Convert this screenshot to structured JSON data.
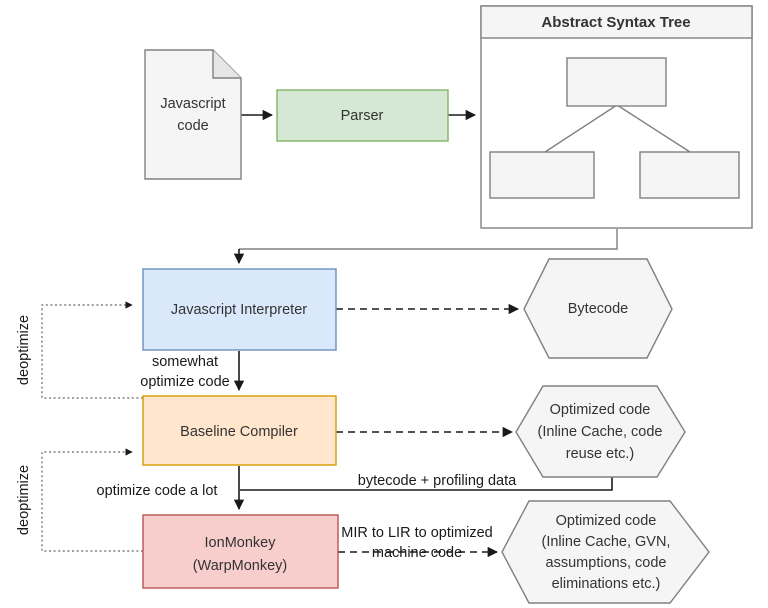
{
  "diagram": {
    "title": "JavaScript engine pipeline (SpiderMonkey)",
    "colors": {
      "green_fill": "#d5e8d4",
      "green_stroke": "#82b366",
      "blue_fill": "#dae8fc",
      "blue_stroke": "#6c8ebf",
      "orange_fill": "#ffe6cc",
      "orange_stroke": "#d79b00",
      "pink_fill": "#f8cecc",
      "pink_stroke": "#b85450",
      "gray_fill": "#f5f5f5",
      "gray_stroke": "#808080",
      "page_background": "#ffffff",
      "text": "#333333"
    },
    "nodes": {
      "javascript_code": {
        "label_line1": "Javascript",
        "label_line2": "code",
        "shape": "document"
      },
      "parser": {
        "label": "Parser",
        "shape": "rectangle"
      },
      "ast": {
        "title": "Abstract Syntax Tree",
        "shape": "container",
        "children": [
          {
            "label": ""
          },
          {
            "label": ""
          },
          {
            "label": ""
          }
        ]
      },
      "interpreter": {
        "label": "Javascript Interpreter",
        "shape": "rectangle"
      },
      "baseline_compiler": {
        "label": "Baseline Compiler",
        "shape": "rectangle"
      },
      "ionmonkey": {
        "label_line1": "IonMonkey",
        "label_line2": "(WarpMonkey)",
        "shape": "rectangle"
      },
      "bytecode": {
        "label": "Bytecode",
        "shape": "hexagon"
      },
      "optimized_code_baseline": {
        "label_line1": "Optimized code",
        "label_line2": "(Inline Cache, code",
        "label_line3": "reuse etc.)",
        "shape": "hexagon"
      },
      "optimized_code_ion": {
        "label_line1": "Optimized code",
        "label_line2": "(Inline Cache, GVN,",
        "label_line3": "assumptions, code",
        "label_line4": "eliminations etc.)",
        "shape": "hexagon"
      }
    },
    "edge_labels": {
      "somewhat_optimize_line1": "somewhat",
      "somewhat_optimize_line2": "optimize code",
      "optimize_a_lot": "optimize code a lot",
      "bytecode_profiling": "bytecode + profiling data",
      "mir_to_lir_line1": "MIR to LIR to optimized",
      "mir_to_lir_line2": "machine code",
      "deoptimize_top": "deoptimize",
      "deoptimize_bottom": "deoptimize"
    }
  }
}
